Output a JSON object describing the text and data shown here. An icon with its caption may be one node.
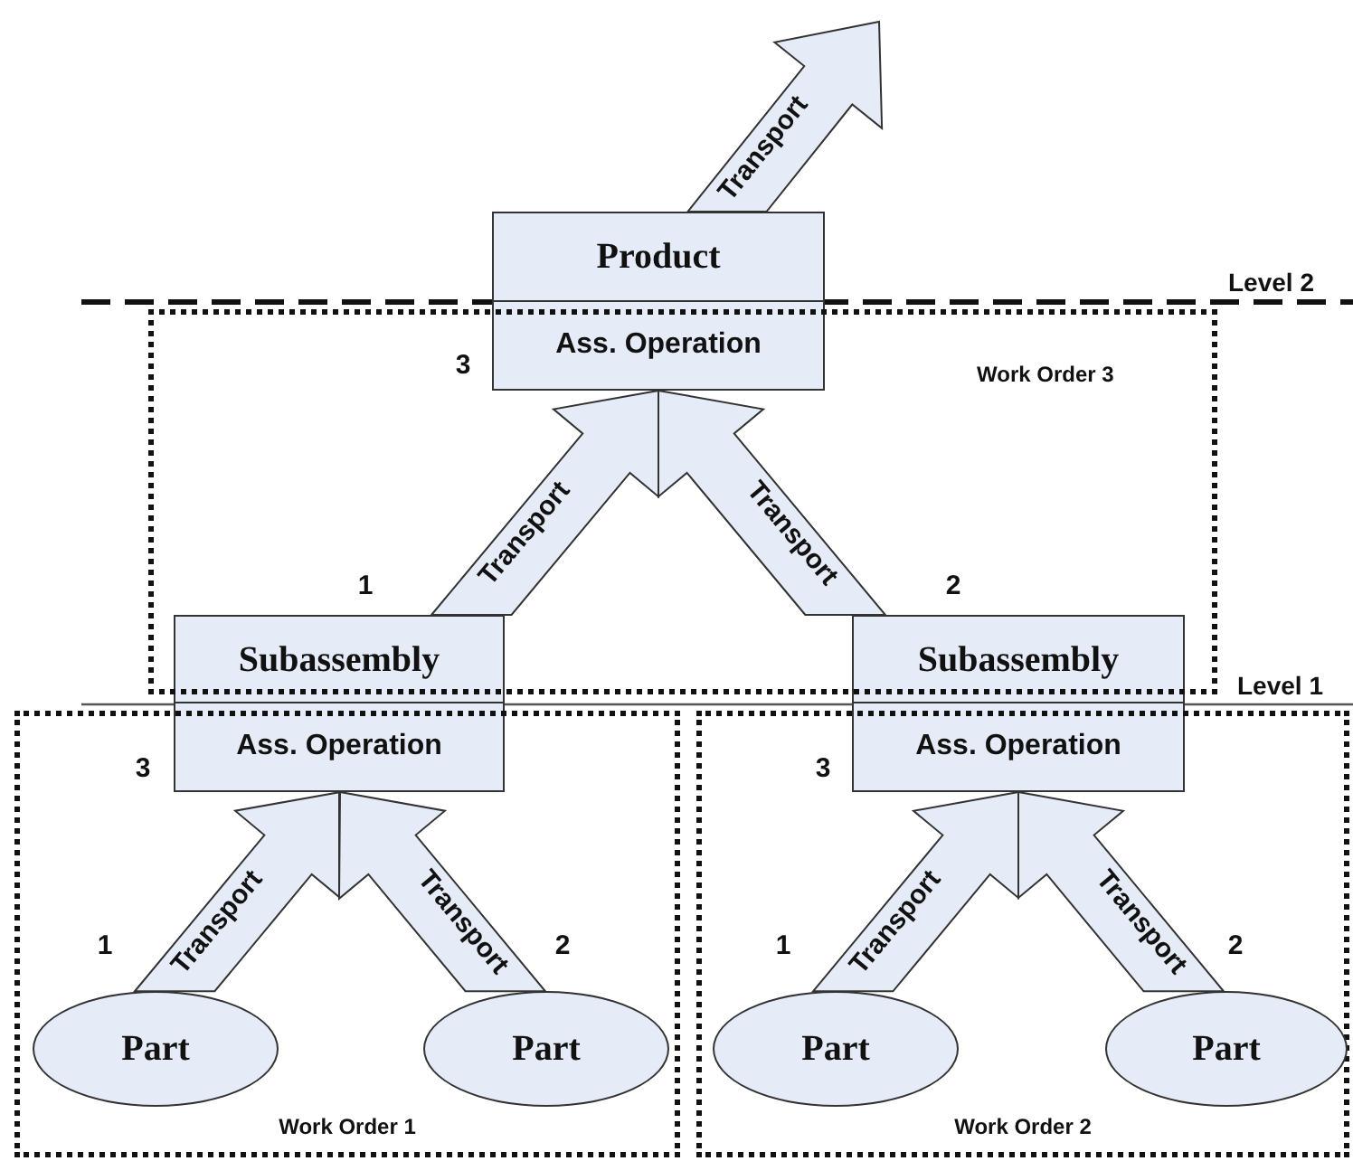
{
  "diagram": {
    "nodes": [
      {
        "text": [
          "Product",
          "Ass. Operation"
        ]
      },
      {
        "text": [
          "Work Order 3"
        ]
      },
      {
        "text": [
          "Subassembly",
          "Ass. Operation"
        ],
        "beside": [
          "3"
        ]
      },
      {
        "text": [
          "Subassembly",
          "Ass. Operation"
        ],
        "beside": [
          "3"
        ]
      },
      {
        "text": [
          "Work Order 1"
        ]
      },
      {
        "text": [
          "Work Order 2"
        ]
      },
      {
        "text": [
          "Part"
        ],
        "in": 4,
        "beside": [
          "1"
        ]
      },
      {
        "text": [
          "Part"
        ],
        "in": 4,
        "beside": [
          "2"
        ]
      },
      {
        "text": [
          "Part"
        ],
        "in": 5,
        "beside": [
          "1"
        ]
      },
      {
        "text": [
          "Part"
        ],
        "in": 5,
        "beside": [
          "2"
        ]
      }
    ],
    "edges": [
      {
        "from": 0,
        "to": null,
        "arrow": "to",
        "label": "Transport"
      },
      {
        "from": 2,
        "to": 0,
        "arrow": "to",
        "label": "Transport"
      },
      {
        "from": 3,
        "to": 0,
        "arrow": "to",
        "label": "Transport"
      },
      {
        "from": 6,
        "to": 2,
        "arrow": "to",
        "label": "Transport"
      },
      {
        "from": 7,
        "to": 2,
        "arrow": "to",
        "label": "Transport"
      },
      {
        "from": 8,
        "to": 3,
        "arrow": "to",
        "label": "Transport"
      },
      {
        "from": 9,
        "to": 3,
        "arrow": "to",
        "label": "Transport"
      }
    ],
    "labels": [
      "Level 2",
      "3",
      "1",
      "2",
      "Level 1"
    ]
  }
}
